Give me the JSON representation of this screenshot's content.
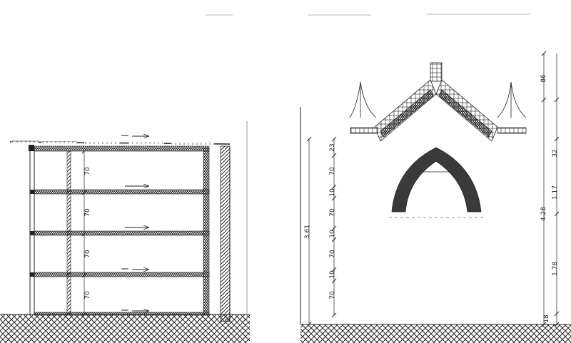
{
  "left_section": {
    "dim_labels": [
      "70",
      "70",
      "70",
      "70"
    ]
  },
  "right_section": {
    "left_dims": [
      "3.61",
      "23",
      "70",
      "10",
      "70",
      "10",
      "70",
      "10",
      "70"
    ],
    "right_dims": [
      "86",
      "32",
      "1.17",
      "4.28",
      "1.78",
      "18"
    ]
  },
  "colors": {
    "line": "#1a1a1a",
    "arch_fill": "#3a3a3a",
    "hatch": "#222222",
    "background": "#ffffff"
  }
}
